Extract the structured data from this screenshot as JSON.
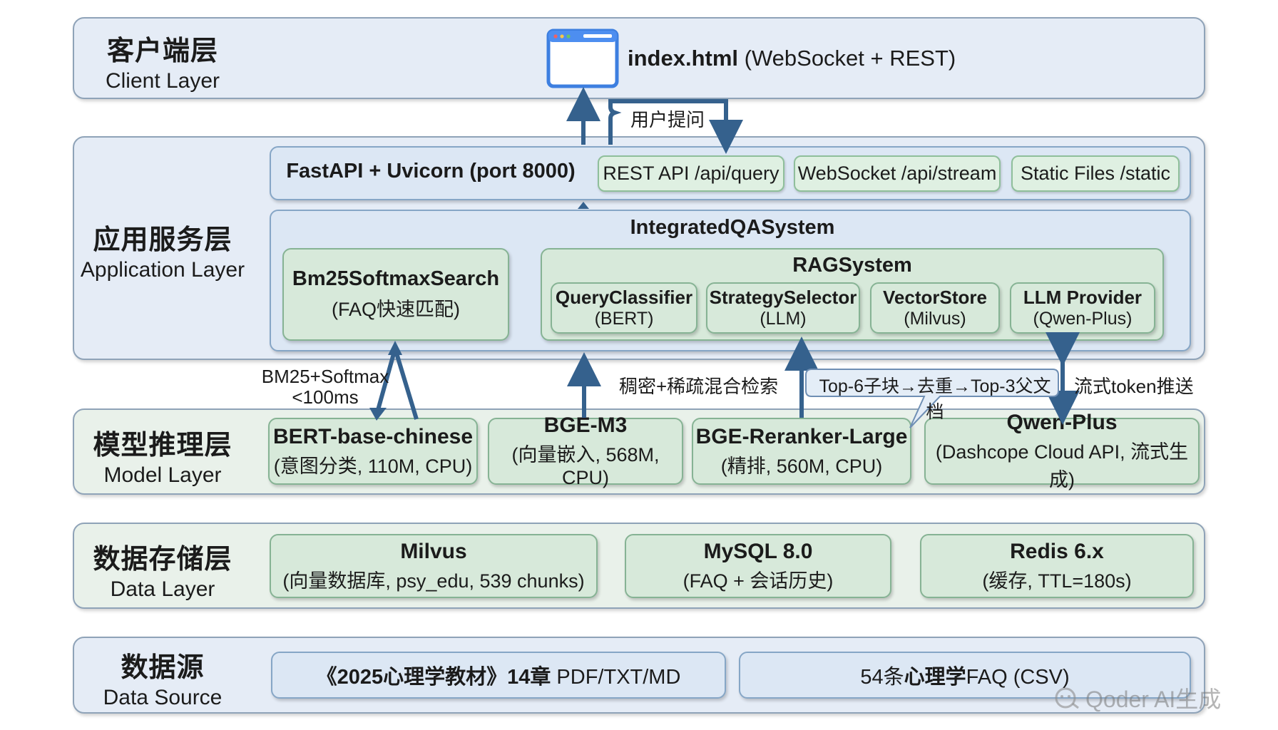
{
  "client": {
    "zh": "客户端层",
    "en": "Client Layer",
    "icon": "browser-window-icon",
    "file": "index.html",
    "protocols": "(WebSocket + REST)"
  },
  "arrow_label_user_question": "用户提问",
  "app": {
    "zh": "应用服务层",
    "en": "Application Layer",
    "fastapi": "FastAPI + Uvicorn (port 8000)",
    "endpoints": [
      "REST API /api/query",
      "WebSocket /api/stream",
      "Static Files /static"
    ],
    "integrated": "IntegratedQASystem",
    "bm25": {
      "title": "Bm25SoftmaxSearch",
      "sub": "(FAQ快速匹配)"
    },
    "rag": {
      "title": "RAGSystem",
      "components": [
        {
          "title": "QueryClassifier",
          "sub": "(BERT)"
        },
        {
          "title": "StrategySelector",
          "sub": "(LLM)"
        },
        {
          "title": "VectorStore",
          "sub": "(Milvus)"
        },
        {
          "title": "LLM Provider",
          "sub": "(Qwen-Plus)"
        }
      ]
    }
  },
  "edge_labels": {
    "bm25_line1": "BM25+Softmax",
    "bm25_line2": "<100ms",
    "hybrid": "稠密+稀疏混合检索",
    "rerank_callout": "Top-6子块→去重→Top-3父文档",
    "stream": "流式token推送"
  },
  "model": {
    "zh": "模型推理层",
    "en": "Model Layer",
    "boxes": [
      {
        "title": "BERT-base-chinese",
        "sub": "(意图分类, 110M, CPU)"
      },
      {
        "title": "BGE-M3",
        "sub": "(向量嵌入, 568M, CPU)"
      },
      {
        "title": "BGE-Reranker-Large",
        "sub": "(精排, 560M, CPU)"
      },
      {
        "title": "Qwen-Plus",
        "sub": "(Dashcope Cloud API, 流式生成)"
      }
    ]
  },
  "data": {
    "zh": "数据存储层",
    "en": "Data Layer",
    "boxes": [
      {
        "title": "Milvus",
        "sub": "(向量数据库, psy_edu, 539 chunks)"
      },
      {
        "title": "MySQL 8.0",
        "sub": "(FAQ + 会话历史)"
      },
      {
        "title": "Redis 6.x",
        "sub": "(缓存, TTL=180s)"
      }
    ]
  },
  "source": {
    "zh": "数据源",
    "en": "Data Source",
    "book_bold": "《2025心理学教材》14章",
    "book_rest": " PDF/TXT/MD",
    "faq_pre": "54条",
    "faq_bold": "心理学",
    "faq_rest": "FAQ (CSV)"
  },
  "watermark": "Qoder AI生成",
  "colors": {
    "blue_layer": "#e5ecf6",
    "green_layer": "#e9f1ea",
    "green_box": "#d7e9da",
    "arrow": "#35618d"
  }
}
